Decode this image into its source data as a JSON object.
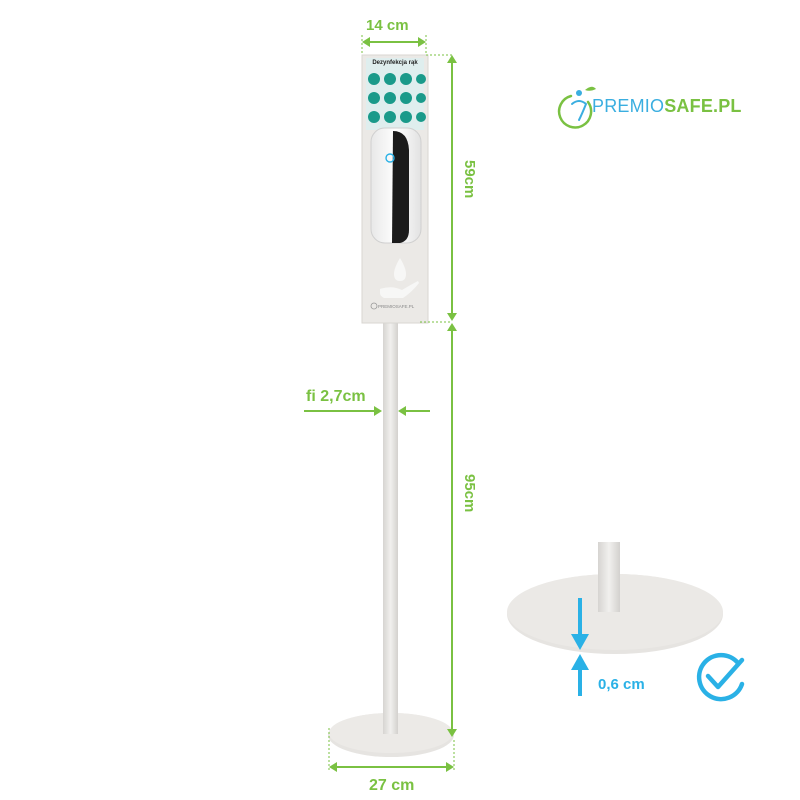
{
  "dimensions": {
    "width_top": "14 cm",
    "panel_height": "59cm",
    "pole_diameter": "fi 2,7cm",
    "pole_height": "95cm",
    "base_width": "27 cm",
    "base_thickness": "0,6 cm"
  },
  "panel": {
    "title": "Dezynfekcja rąk",
    "brand": "PREMIOSAFE.PL"
  },
  "logo": {
    "part1": "PREMIO",
    "part2": "SAFE.PL"
  },
  "colors": {
    "dimension_green": "#7ac142",
    "arrow_blue": "#2ab1e6",
    "stand_grey": "#e4e2df",
    "icon_teal": "#1a9a8a"
  },
  "icons": {
    "check": "check-circle-icon",
    "hand": "hand-drop-icon",
    "logo": "person-leaf-icon"
  }
}
